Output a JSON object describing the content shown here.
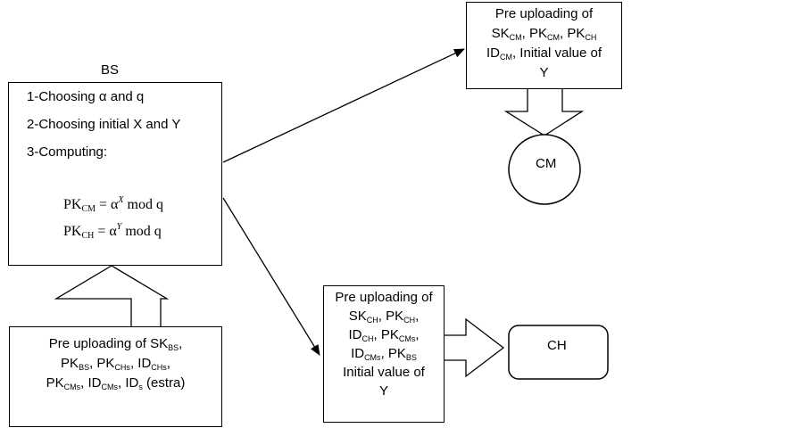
{
  "bs": {
    "title": "BS",
    "steps": [
      "1-Choosing α and q",
      "2-Choosing initial X and Y",
      "3-Computing:"
    ],
    "formulas": [
      {
        "lhs": "PK",
        "lhs_sub": "CM",
        "rhs": "= α",
        "exp": "X",
        "tail": " mod q"
      },
      {
        "lhs": "PK",
        "lhs_sub": "CH",
        "rhs": "= α",
        "exp": "Y",
        "tail": " mod q"
      }
    ]
  },
  "bs_upload": {
    "line1_text": "Pre uploading of SK",
    "line1_sub": "BS",
    "line1_end": ",",
    "line2": [
      {
        "t": "PK",
        "s": "BS"
      },
      {
        "t": ", PK",
        "s": "CHs"
      },
      {
        "t": ", ID",
        "s": "CHs"
      },
      {
        "t": ",",
        "s": ""
      }
    ],
    "line3": [
      {
        "t": "PK",
        "s": "CMs"
      },
      {
        "t": ", ID",
        "s": "CMs"
      },
      {
        "t": ", ID",
        "s": "s"
      },
      {
        "t": " (estra)",
        "s": ""
      }
    ]
  },
  "cm_upload": {
    "line1": "Pre uploading of",
    "line2": [
      {
        "t": "SK",
        "s": "CM"
      },
      {
        "t": ", PK",
        "s": "CM"
      },
      {
        "t": ", PK",
        "s": "CH"
      }
    ],
    "line3": [
      {
        "t": "ID",
        "s": "CM"
      },
      {
        "t": ", Initial value of",
        "s": ""
      }
    ],
    "line4": "Y"
  },
  "ch_upload": {
    "line1": "Pre uploading of",
    "line2": [
      {
        "t": "SK",
        "s": "CH"
      },
      {
        "t": ", PK",
        "s": "CH"
      },
      {
        "t": ",",
        "s": ""
      }
    ],
    "line3": [
      {
        "t": "ID",
        "s": "CH"
      },
      {
        "t": ", PK",
        "s": "CMs"
      },
      {
        "t": ",",
        "s": ""
      }
    ],
    "line4": [
      {
        "t": "ID",
        "s": "CMs"
      },
      {
        "t": ", PK",
        "s": "BS"
      }
    ],
    "line5": "Initial value of",
    "line6": "Y"
  },
  "cm_node": {
    "label": "CM"
  },
  "ch_node": {
    "label": "CH"
  }
}
